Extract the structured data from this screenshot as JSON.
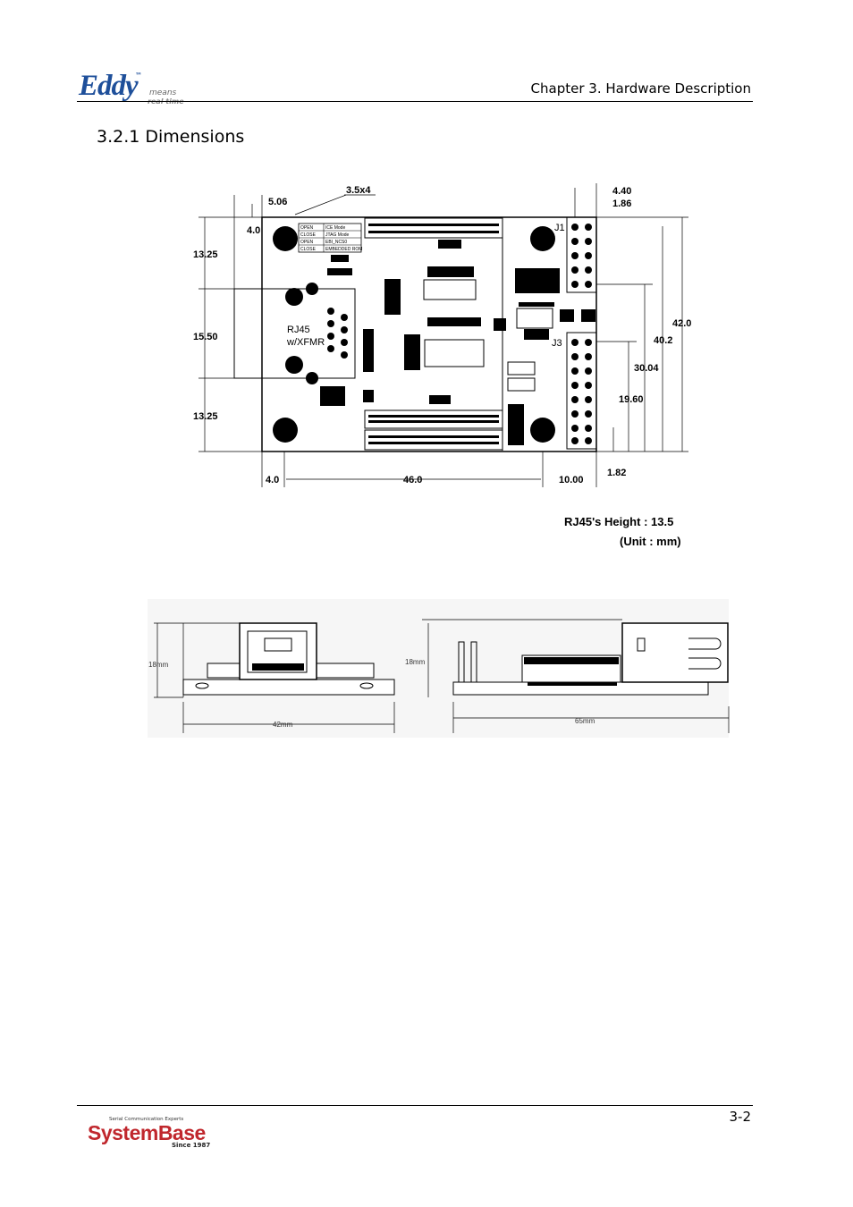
{
  "header": {
    "logo_text": "Eddy",
    "logo_tm": "™",
    "logo_tag1": "means",
    "logo_tag2": "real time",
    "chapter": "Chapter 3. Hardware Description"
  },
  "section": {
    "title": "3.2.1 Dimensions"
  },
  "top_drawing": {
    "dims": {
      "d_506": "5.06",
      "d_35x4": "3.5x4",
      "d_40_top": "4.0",
      "d_1325_a": "13.25",
      "d_1550": "15.50",
      "d_1325_b": "13.25",
      "d_40_bottom": "4.0",
      "d_460": "46.0",
      "d_1000": "10.00",
      "d_182": "1.82",
      "d_440": "4.40",
      "d_186": "1.86",
      "d_420": "42.0",
      "d_402": "40.2",
      "d_3004": "30.04",
      "d_1960": "19.60"
    },
    "labels": {
      "rj45": "RJ45",
      "xfmr": "w/XFMR",
      "j1": "J1",
      "j3": "J3"
    },
    "jumper_table": [
      [
        "OPEN",
        "ICE Mode"
      ],
      [
        "CLOSE",
        "JTAG Mode"
      ],
      [
        "OPEN",
        "EBI_NCS0"
      ],
      [
        "CLOSE",
        "EMBEDDED ROM"
      ]
    ],
    "note_height": "RJ45's Height : 13.5",
    "note_unit": "(Unit : mm)"
  },
  "side_drawings": {
    "front_height": "18mm",
    "front_width": "42mm",
    "side_height": "18mm",
    "side_width": "65mm"
  },
  "footer": {
    "page": "3-2",
    "brand_tagline": "Serial Communication Experts",
    "brand_name": "SystemBase",
    "brand_since": "Since 1987"
  }
}
